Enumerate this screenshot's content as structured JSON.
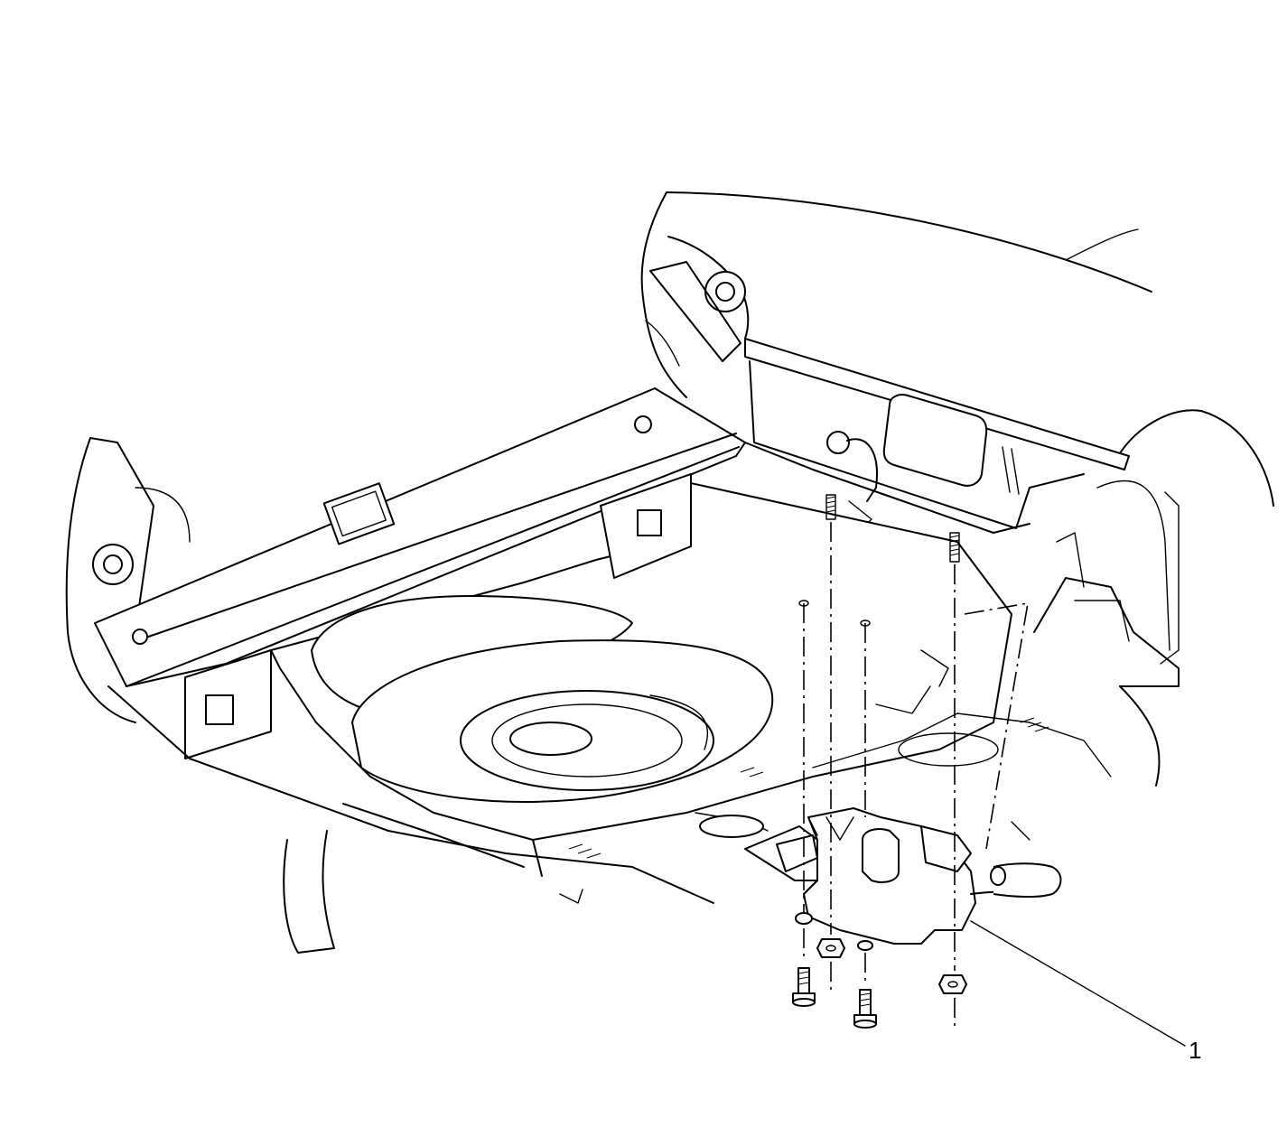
{
  "diagram": {
    "type": "exploded-view illustration",
    "callouts": [
      {
        "number": "1",
        "target": "bracket-module-assembly"
      }
    ],
    "colors": {
      "line": "#000000",
      "background": "#ffffff"
    }
  }
}
